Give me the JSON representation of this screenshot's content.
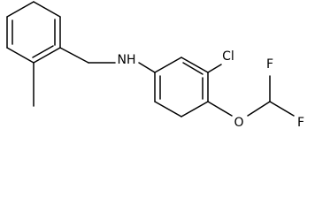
{
  "molecule": {
    "atom_labels": {
      "nh": "NH",
      "cl": "Cl",
      "o": "O",
      "f_top": "F",
      "f_bottom": "F"
    },
    "rings": [
      {
        "name": "tolyl-ring",
        "type": "benzene"
      },
      {
        "name": "anilino-ring",
        "type": "benzene"
      }
    ],
    "substituents": [
      "methyl",
      "benzylamino",
      "chloro",
      "difluoromethoxy"
    ]
  }
}
